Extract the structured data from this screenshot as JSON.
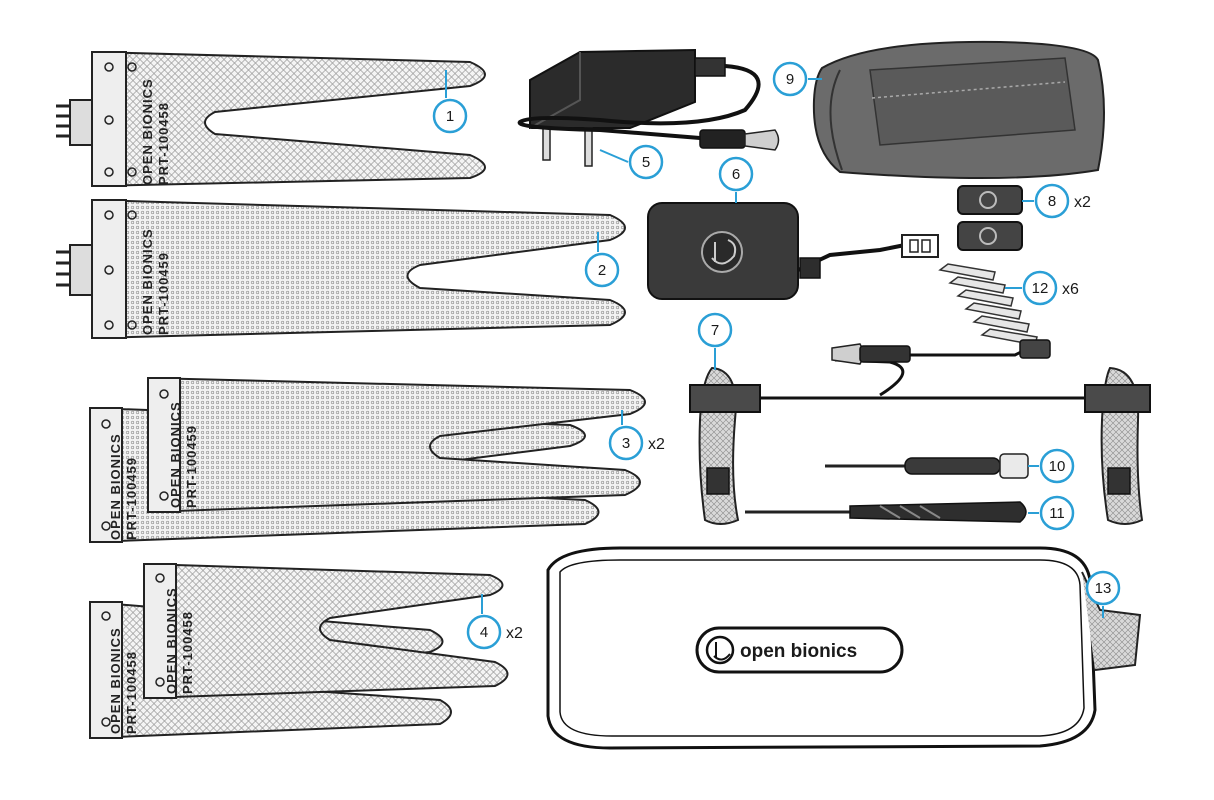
{
  "accent_color": "#2a9fd6",
  "fingers": [
    {
      "id": "f1",
      "line1": "OPEN BIONICS",
      "line2": "PRT-100458"
    },
    {
      "id": "f2",
      "line1": "OPEN BIONICS",
      "line2": "PRT-100459"
    },
    {
      "id": "f3a",
      "line1": "OPEN BIONICS",
      "line2": "PRT-100459"
    },
    {
      "id": "f3b",
      "line1": "OPEN BIONICS",
      "line2": "PRT-100459"
    },
    {
      "id": "f4a",
      "line1": "OPEN BIONICS",
      "line2": "PRT-100458"
    },
    {
      "id": "f4b",
      "line1": "OPEN BIONICS",
      "line2": "PRT-100458"
    }
  ],
  "callouts": [
    {
      "num": "1",
      "qty": ""
    },
    {
      "num": "2",
      "qty": ""
    },
    {
      "num": "3",
      "qty": "x2"
    },
    {
      "num": "4",
      "qty": "x2"
    },
    {
      "num": "5",
      "qty": ""
    },
    {
      "num": "6",
      "qty": ""
    },
    {
      "num": "7",
      "qty": ""
    },
    {
      "num": "8",
      "qty": "x2"
    },
    {
      "num": "9",
      "qty": ""
    },
    {
      "num": "10",
      "qty": ""
    },
    {
      "num": "11",
      "qty": ""
    },
    {
      "num": "12",
      "qty": "x6"
    },
    {
      "num": "13",
      "qty": ""
    }
  ],
  "case_brand": "open bionics"
}
